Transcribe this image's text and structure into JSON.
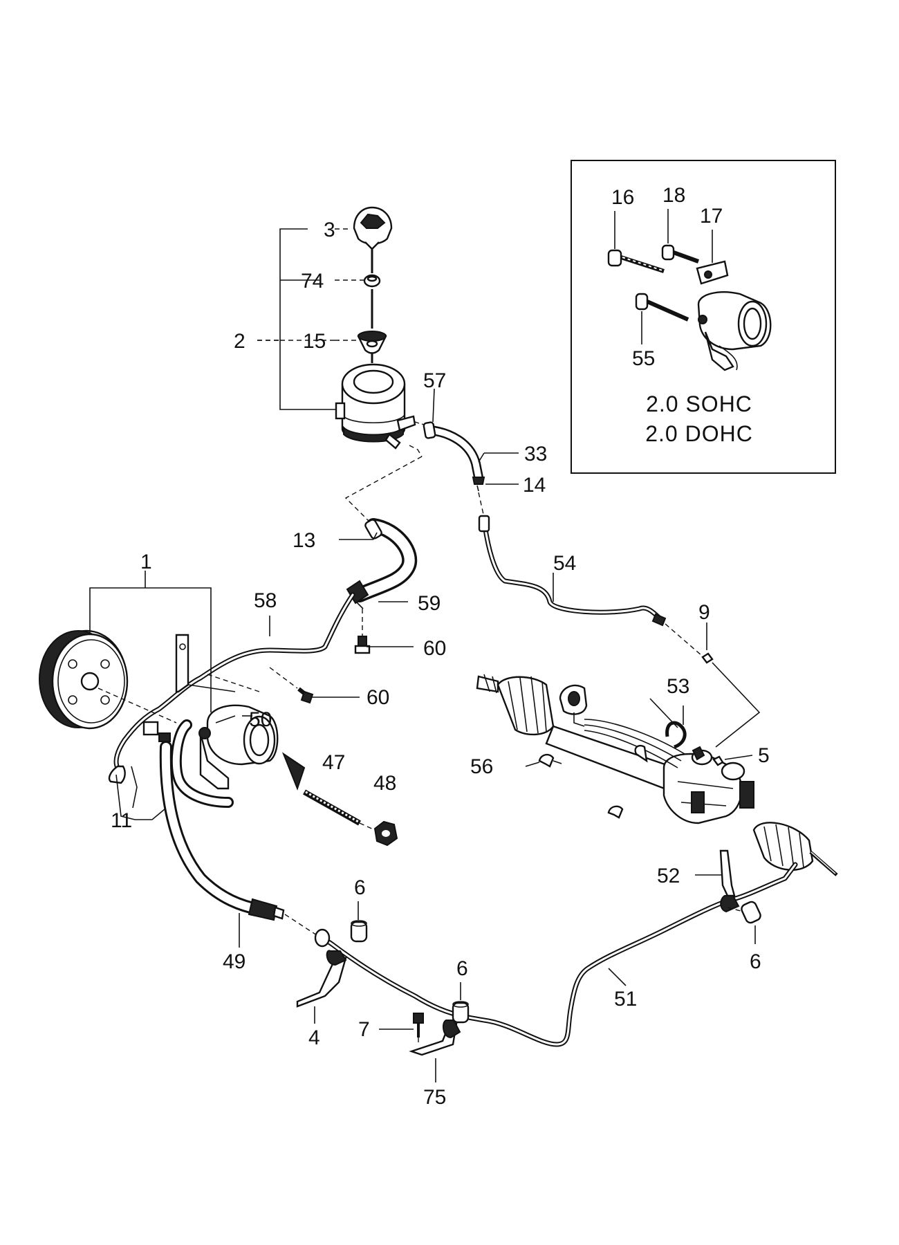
{
  "callouts": [
    {
      "id": "c1",
      "text": "1"
    },
    {
      "id": "c2",
      "text": "2"
    },
    {
      "id": "c3",
      "text": "3"
    },
    {
      "id": "c4",
      "text": "4"
    },
    {
      "id": "c5",
      "text": "5"
    },
    {
      "id": "c6a",
      "text": "6"
    },
    {
      "id": "c6b",
      "text": "6"
    },
    {
      "id": "c6c",
      "text": "6"
    },
    {
      "id": "c7",
      "text": "7"
    },
    {
      "id": "c9",
      "text": "9"
    },
    {
      "id": "c11",
      "text": "11"
    },
    {
      "id": "c13",
      "text": "13"
    },
    {
      "id": "c14",
      "text": "14"
    },
    {
      "id": "c15",
      "text": "15"
    },
    {
      "id": "c16",
      "text": "16"
    },
    {
      "id": "c17",
      "text": "17"
    },
    {
      "id": "c18",
      "text": "18"
    },
    {
      "id": "c33",
      "text": "33"
    },
    {
      "id": "c47",
      "text": "47"
    },
    {
      "id": "c48",
      "text": "48"
    },
    {
      "id": "c49",
      "text": "49"
    },
    {
      "id": "c50",
      "text": "50"
    },
    {
      "id": "c51",
      "text": "51"
    },
    {
      "id": "c52",
      "text": "52"
    },
    {
      "id": "c53",
      "text": "53"
    },
    {
      "id": "c54",
      "text": "54"
    },
    {
      "id": "c55",
      "text": "55"
    },
    {
      "id": "c56",
      "text": "56"
    },
    {
      "id": "c57",
      "text": "57"
    },
    {
      "id": "c58",
      "text": "58"
    },
    {
      "id": "c59",
      "text": "59"
    },
    {
      "id": "c60a",
      "text": "60"
    },
    {
      "id": "c60b",
      "text": "60"
    },
    {
      "id": "c74",
      "text": "74"
    },
    {
      "id": "c75",
      "text": "75"
    }
  ],
  "inset": {
    "line1": "2.0 SOHC",
    "line2": "2.0 DOHC"
  }
}
